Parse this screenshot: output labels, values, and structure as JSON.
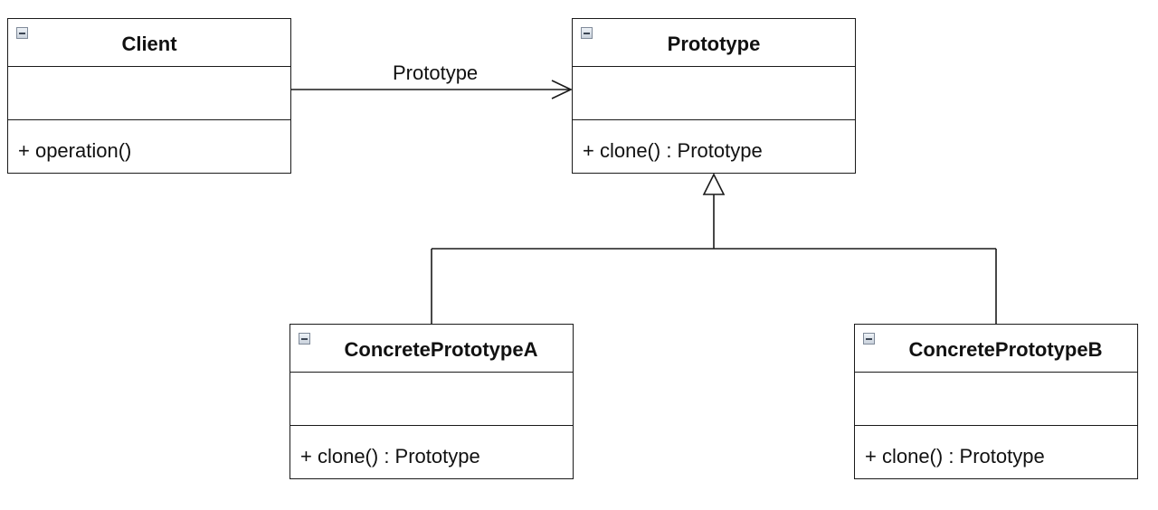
{
  "classes": {
    "client": {
      "name": "Client",
      "operation": "+ operation()"
    },
    "prototype": {
      "name": "Prototype",
      "operation": "+ clone() : Prototype"
    },
    "concrete_a": {
      "name": "ConcretePrototypeA",
      "operation": "+ clone() : Prototype"
    },
    "concrete_b": {
      "name": "ConcretePrototypeB",
      "operation": "+ clone() : Prototype"
    }
  },
  "association": {
    "label": "Prototype"
  }
}
